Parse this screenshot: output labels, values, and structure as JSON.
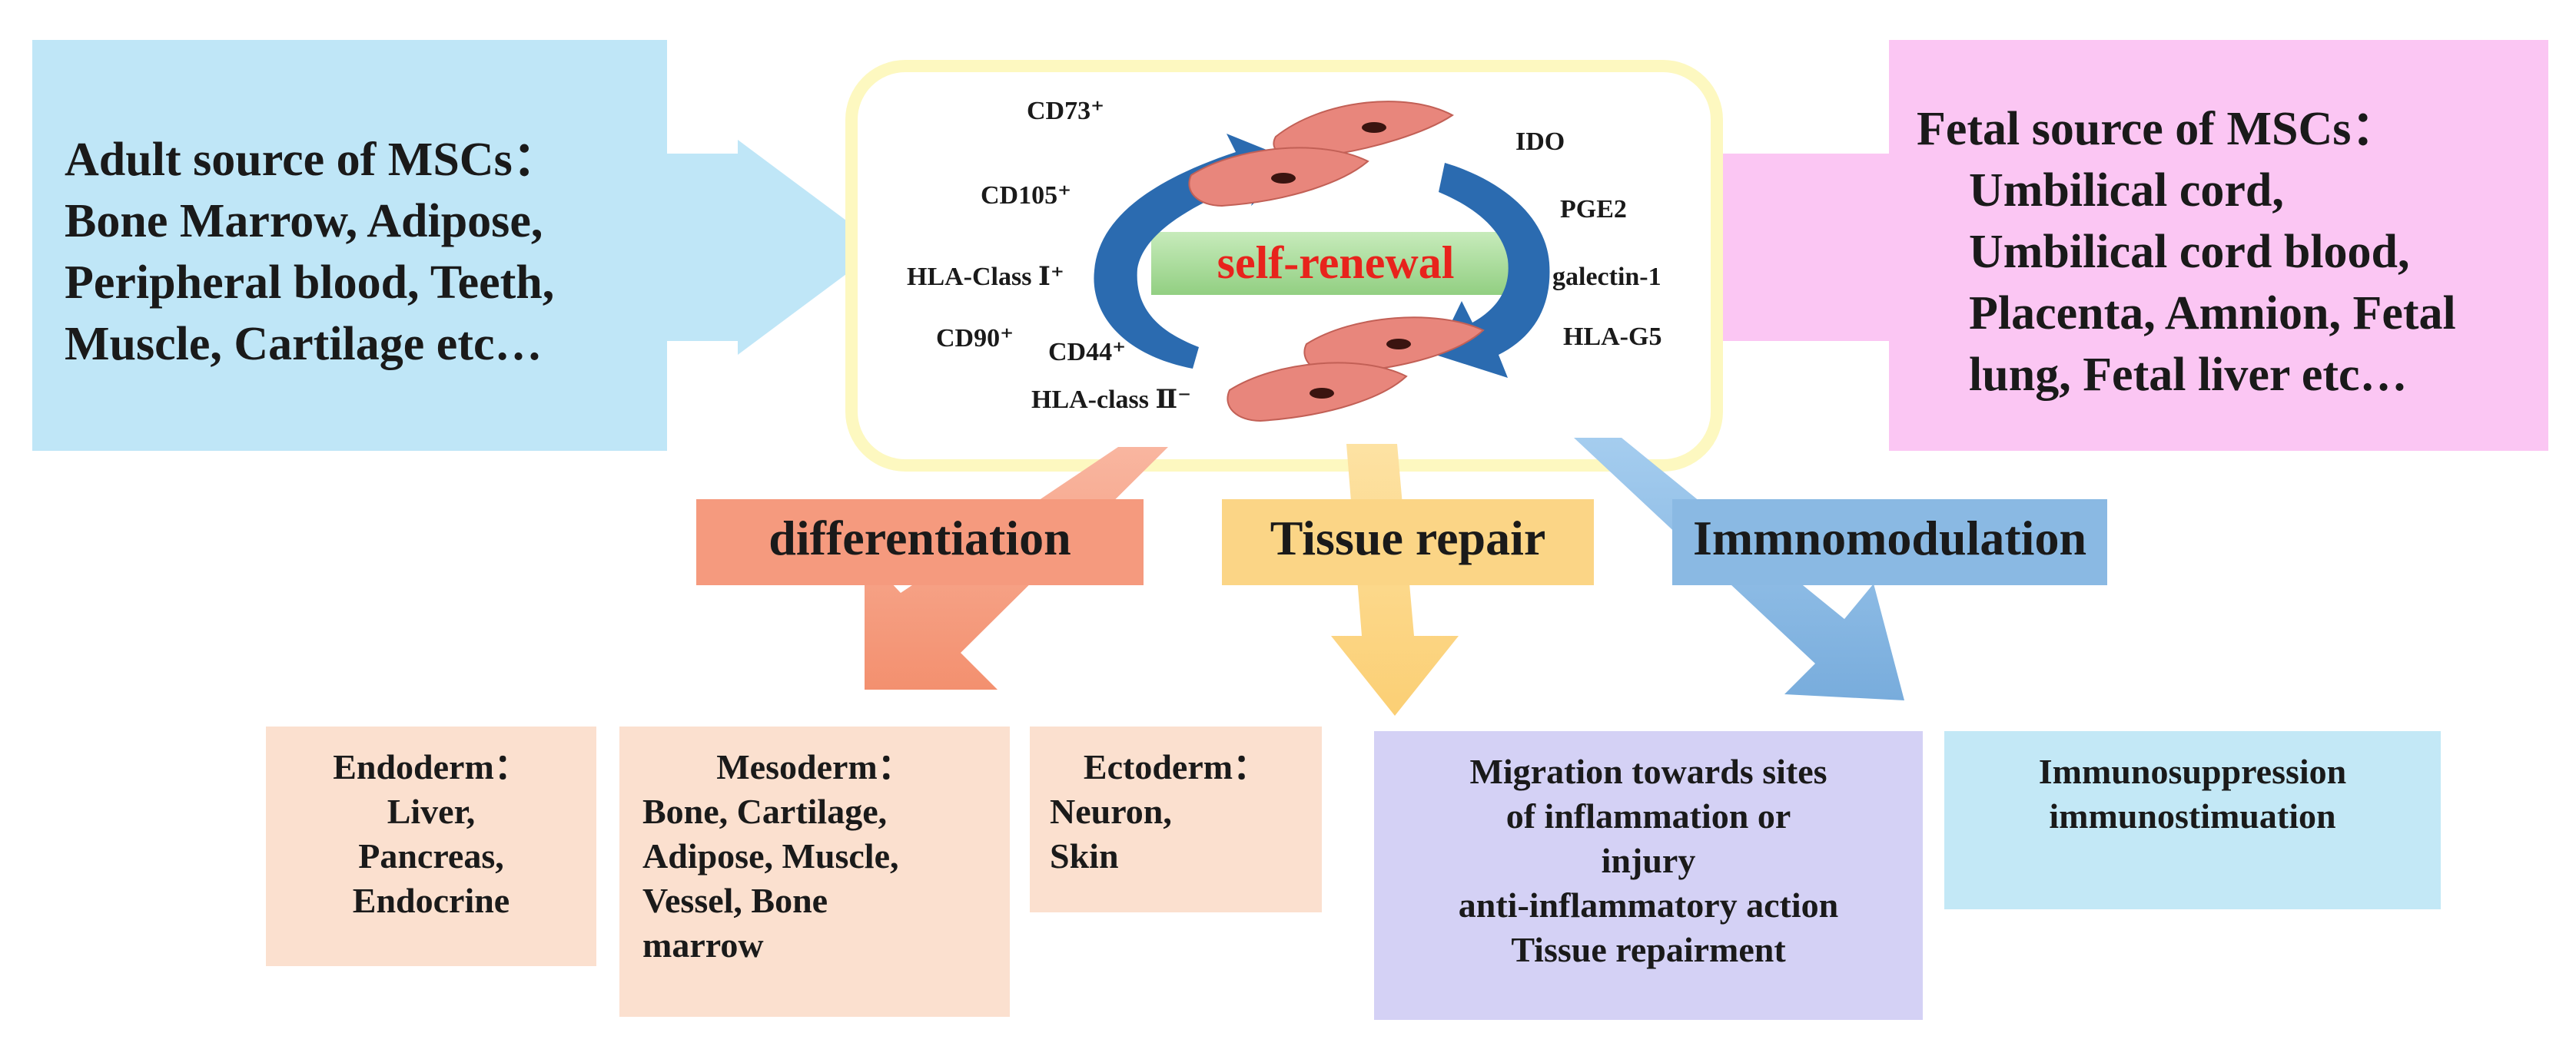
{
  "adult_source": {
    "title": "Adult source of MSCs：",
    "lines": [
      "Bone Marrow, Adipose,",
      "Peripheral blood, Teeth,",
      "Muscle, Cartilage etc…"
    ]
  },
  "fetal_source": {
    "title": "Fetal source of MSCs：",
    "lines": [
      "Umbilical cord,",
      "Umbilical cord blood,",
      "Placenta, Amnion, Fetal",
      "lung, Fetal liver etc…"
    ]
  },
  "center": {
    "self_renewal": "self-renewal",
    "left_markers": [
      "CD73⁺",
      "CD105⁺",
      "HLA-Class Ⅰ⁺",
      "CD90⁺",
      "CD44⁺",
      "HLA-class Ⅱ⁻"
    ],
    "right_markers": [
      "IDO",
      "PGE2",
      "galectin-1",
      "HLA-G5"
    ]
  },
  "branches": {
    "differentiation": "differentiation",
    "tissue_repair": "Tissue repair",
    "immunomodulation": "Immnomodulation"
  },
  "outcomes": {
    "endoderm": [
      "Endoderm：",
      "Liver,",
      "Pancreas,",
      "Endocrine"
    ],
    "mesoderm": [
      "Mesoderm：",
      "Bone, Cartilage,",
      "Adipose, Muscle,",
      "Vessel, Bone",
      "marrow"
    ],
    "ectoderm": [
      "Ectoderm：",
      "Neuron,",
      "Skin"
    ],
    "migration": [
      "Migration towards sites",
      "of inflammation or",
      "injury",
      "anti-inflammatory action",
      "Tissue repairment"
    ],
    "immuno": [
      "Immunosuppression",
      "immunostimuation"
    ]
  },
  "colors": {
    "adult_box": "#bfe6f7",
    "fetal_box": "#fbc6f3",
    "center_border": "#fdf8c0",
    "renewal_bar": "#a8dc9c",
    "renewal_text": "#e8231c",
    "cycle_arrow": "#2b6bb0",
    "cell": "#e8867c",
    "differentiation": "#f59a7e",
    "tissue_repair": "#fbd586",
    "immunomodulation": "#8ab9e3",
    "layer_box": "#fbe0cf",
    "migration_box": "#d4d1f5",
    "immuno_box": "#c3e8f6"
  }
}
